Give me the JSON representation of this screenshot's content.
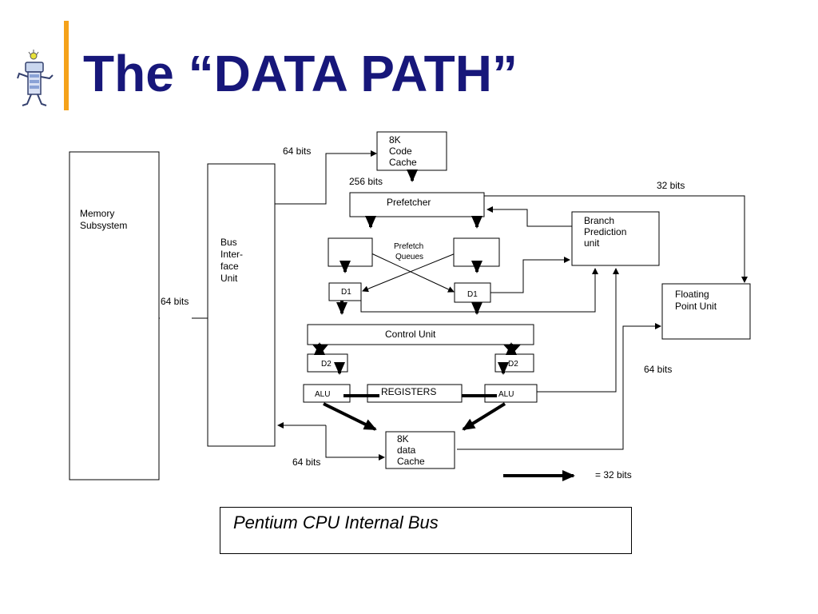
{
  "slide": {
    "title": "The “DATA PATH”",
    "accent_color": "#f5a21a",
    "title_color": "#17177a",
    "mascot_icon": "robot-mascot-icon"
  },
  "diagram": {
    "blocks": {
      "memory": [
        "Memory",
        "Subsystem"
      ],
      "bus_interface": [
        "Bus",
        "Inter-",
        "face",
        "Unit"
      ],
      "code_cache": [
        "8K",
        "Code",
        "Cache"
      ],
      "prefetcher": "Prefetcher",
      "prefetch_queues": [
        "Prefetch",
        "Queues"
      ],
      "branch_prediction": [
        "Branch",
        "Prediction",
        "unit"
      ],
      "d1_left": "D1",
      "d1_right": "D1",
      "control_unit": "Control Unit",
      "floating_point": [
        "Floating",
        "Point Unit"
      ],
      "d2_left": "D2",
      "d2_right": "D2",
      "alu_left": "ALU",
      "alu_right": "ALU",
      "registers": "REGISTERS",
      "data_cache": [
        "8K",
        "data",
        "Cache"
      ]
    },
    "labels": {
      "bits_64_top": "64 bits",
      "bits_256": "256 bits",
      "bits_32": "32 bits",
      "bits_64_left": "64 bits",
      "bits_64_right": "64 bits",
      "bits_64_bottom": "64 bits",
      "legend": "= 32 bits"
    }
  },
  "caption": "Pentium CPU Internal Bus"
}
